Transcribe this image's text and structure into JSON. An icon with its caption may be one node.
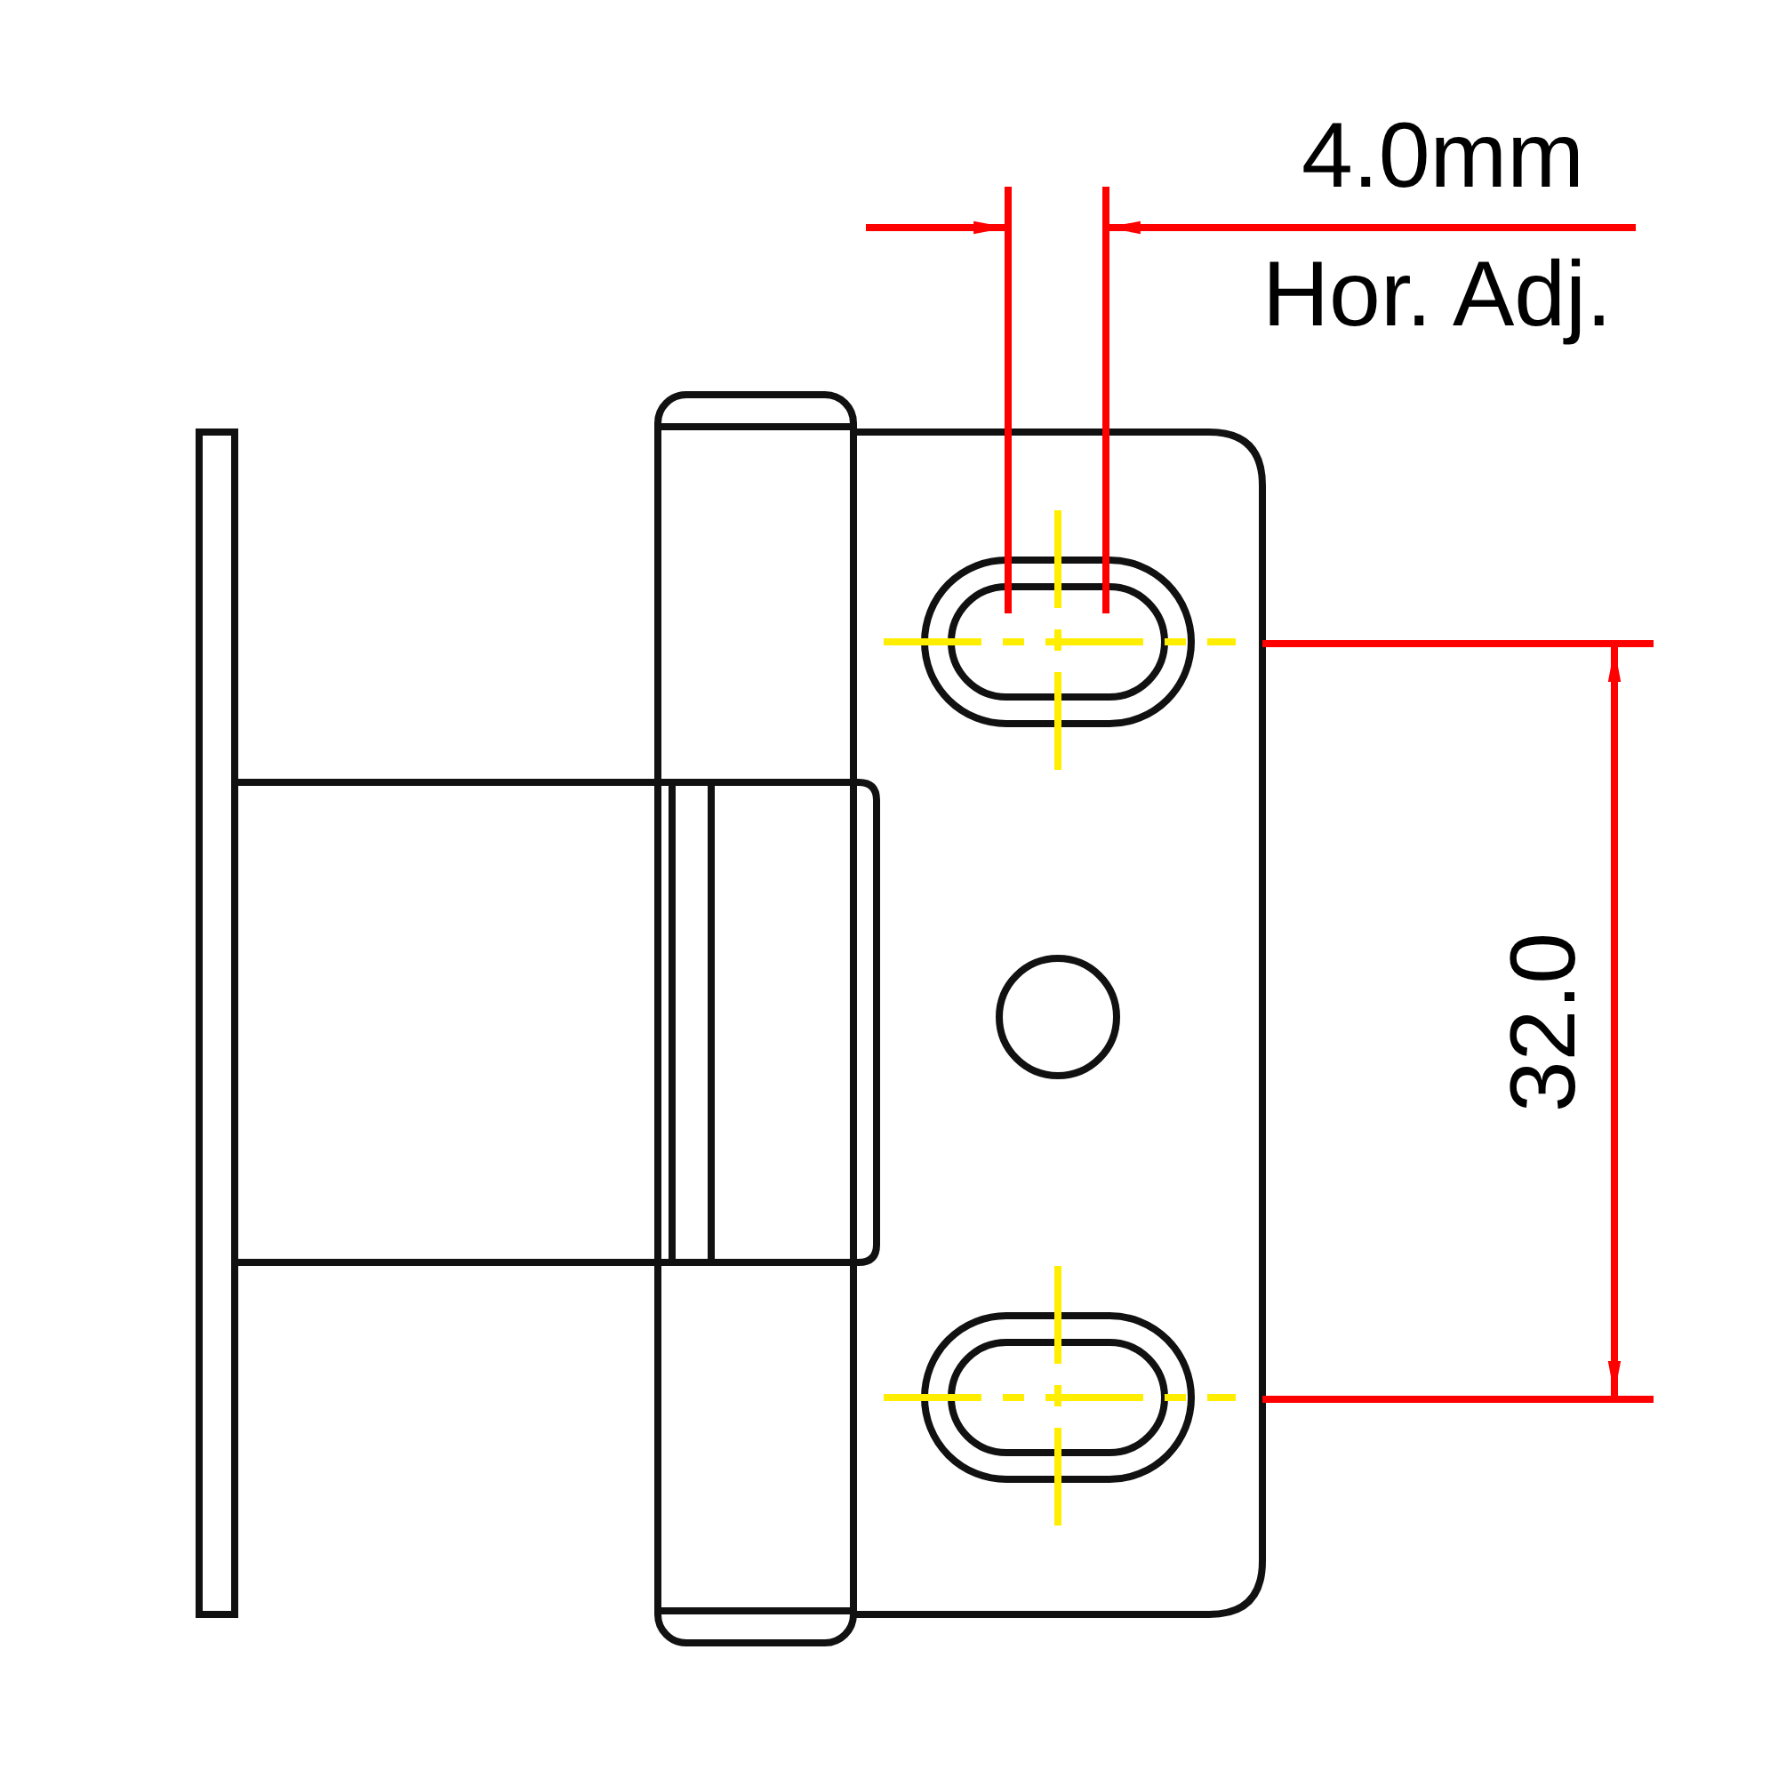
{
  "diagram": {
    "labels": [
      "4.0mm",
      "Hor. Adj.",
      "32.0"
    ]
  }
}
